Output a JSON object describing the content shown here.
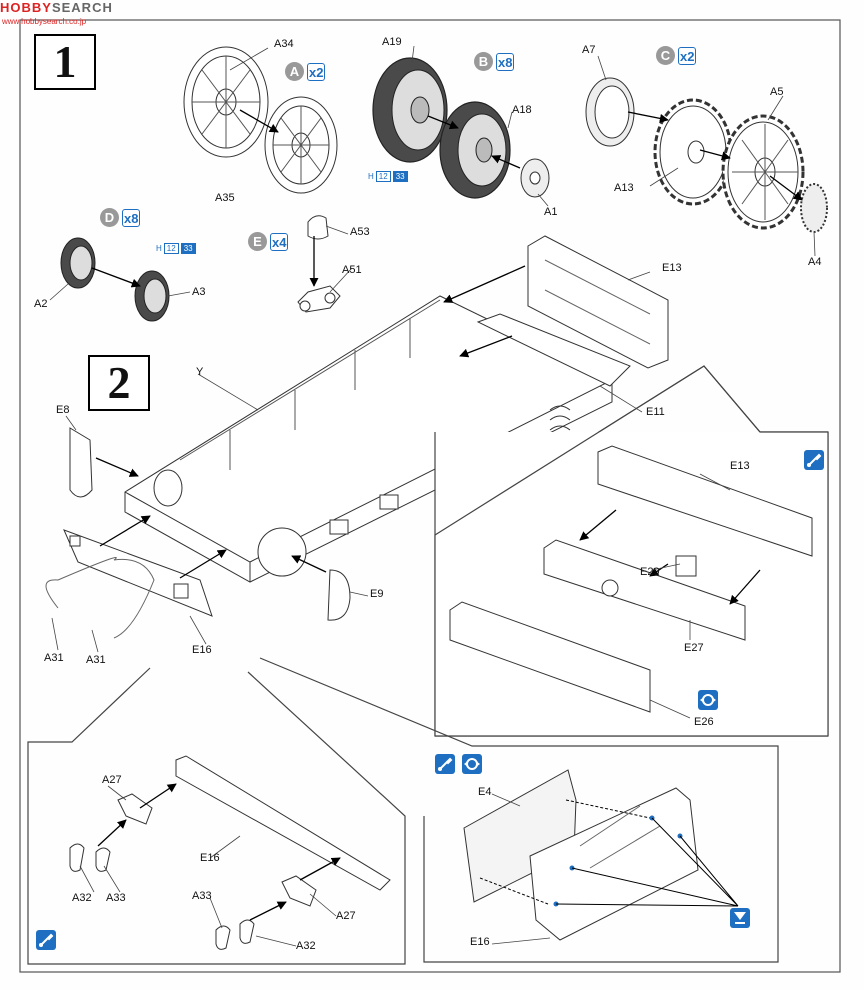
{
  "header": {
    "logo_a": "HOBBY",
    "logo_b": "SEARCH",
    "url": "www.hobbysearch.co.jp"
  },
  "steps": {
    "one": "1",
    "two": "2"
  },
  "badges": {
    "A": {
      "letter": "A",
      "count": "x2"
    },
    "B": {
      "letter": "B",
      "count": "x8"
    },
    "C": {
      "letter": "C",
      "count": "x2"
    },
    "D": {
      "letter": "D",
      "count": "x8"
    },
    "E": {
      "letter": "E",
      "count": "x4"
    }
  },
  "paint_refs": {
    "r1": {
      "h": "H",
      "n1": "12",
      "n2": "33"
    },
    "r2": {
      "h": "H",
      "n1": "12",
      "n2": "33"
    }
  },
  "labels": {
    "A34": "A34",
    "A35": "A35",
    "A19": "A19",
    "A18": "A18",
    "A1": "A1",
    "A7": "A7",
    "A13": "A13",
    "A5": "A5",
    "A4": "A4",
    "A2": "A2",
    "A3": "A3",
    "A53": "A53",
    "A51": "A51",
    "E13": "E13",
    "E11": "E11",
    "Y": "Y",
    "E8": "E8",
    "E9": "E9",
    "E16": "E16",
    "A31a": "A31",
    "A31b": "A31",
    "E13b": "E13",
    "E29": "E29",
    "E27": "E27",
    "E26": "E26",
    "A27a": "A27",
    "A32a": "A32",
    "A33a": "A33",
    "E16b": "E16",
    "A33b": "A33",
    "A27b": "A27",
    "A32b": "A32",
    "E4": "E4",
    "E16c": "E16"
  },
  "icons": [
    "glue-brush-icon",
    "drill-hole-icon",
    "cut-off-icon"
  ]
}
